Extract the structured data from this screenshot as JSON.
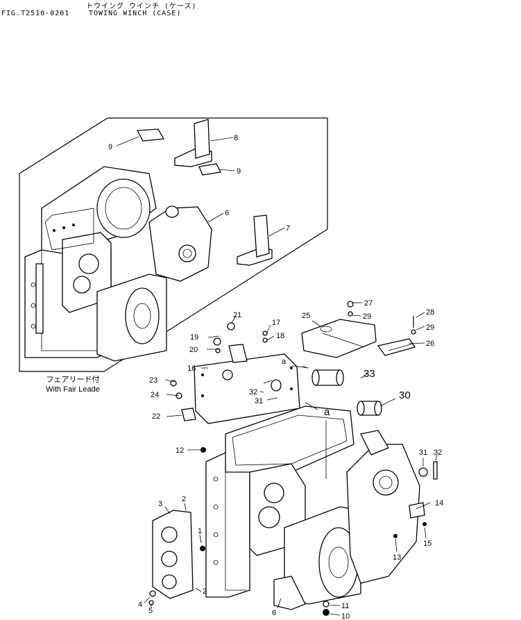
{
  "header": {
    "jp_title": "トウイング ウインチ (ケース)",
    "fig_number": "FIG.T2510-0201",
    "en_title": "TOWING WINCH (CASE)"
  },
  "inset_caption": {
    "jp": "フェアリード付",
    "en": "With Fair Leade"
  },
  "callouts": {
    "c1": "1",
    "c2a": "2",
    "c2b": "2",
    "c3": "3",
    "c4": "4",
    "c5": "5",
    "c6a": "6",
    "c6b": "6",
    "c7": "7",
    "c8": "8",
    "c9a": "9",
    "c9b": "9",
    "c10": "10",
    "c11": "11",
    "c12": "12",
    "c13": "13",
    "c14": "14",
    "c15": "15",
    "c16": "16",
    "c17": "17",
    "c18": "18",
    "c19": "19",
    "c20": "20",
    "c21": "21",
    "c22": "22",
    "c23": "23",
    "c24": "24",
    "c25": "25",
    "c26": "26",
    "c27": "27",
    "c28": "28",
    "c29a": "29",
    "c29b": "29",
    "c30": "30",
    "c31a": "31",
    "c31b": "31",
    "c32a": "32",
    "c32b": "32",
    "c33": "33",
    "ca1": "a",
    "ca2": "a"
  }
}
